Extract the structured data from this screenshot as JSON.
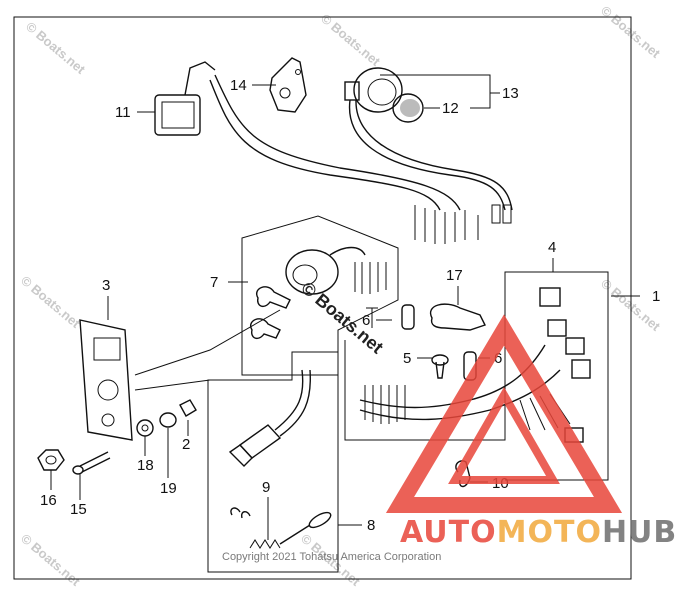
{
  "callouts": {
    "c1": "1",
    "c2": "2",
    "c3": "3",
    "c4": "4",
    "c5": "5",
    "c6a": "6",
    "c6b": "6",
    "c7": "7",
    "c8": "8",
    "c9": "9",
    "c10": "10",
    "c11": "11",
    "c12": "12",
    "c13": "13",
    "c14": "14",
    "c15": "15",
    "c16": "16",
    "c17": "17",
    "c18": "18",
    "c19": "19"
  },
  "copyright": "Copyright 2021 Tohatsu America Corporation",
  "watermark": {
    "text": "© Boats.net",
    "center_text": "© Boats.net"
  },
  "logo": {
    "part1": "AUTO",
    "part2": "MOTO",
    "part3": "HUB",
    "colors": {
      "auto": "#e8463a",
      "moto": "#f2a93b",
      "hub": "#6e6e6e",
      "triangle": "#e8463a"
    }
  }
}
